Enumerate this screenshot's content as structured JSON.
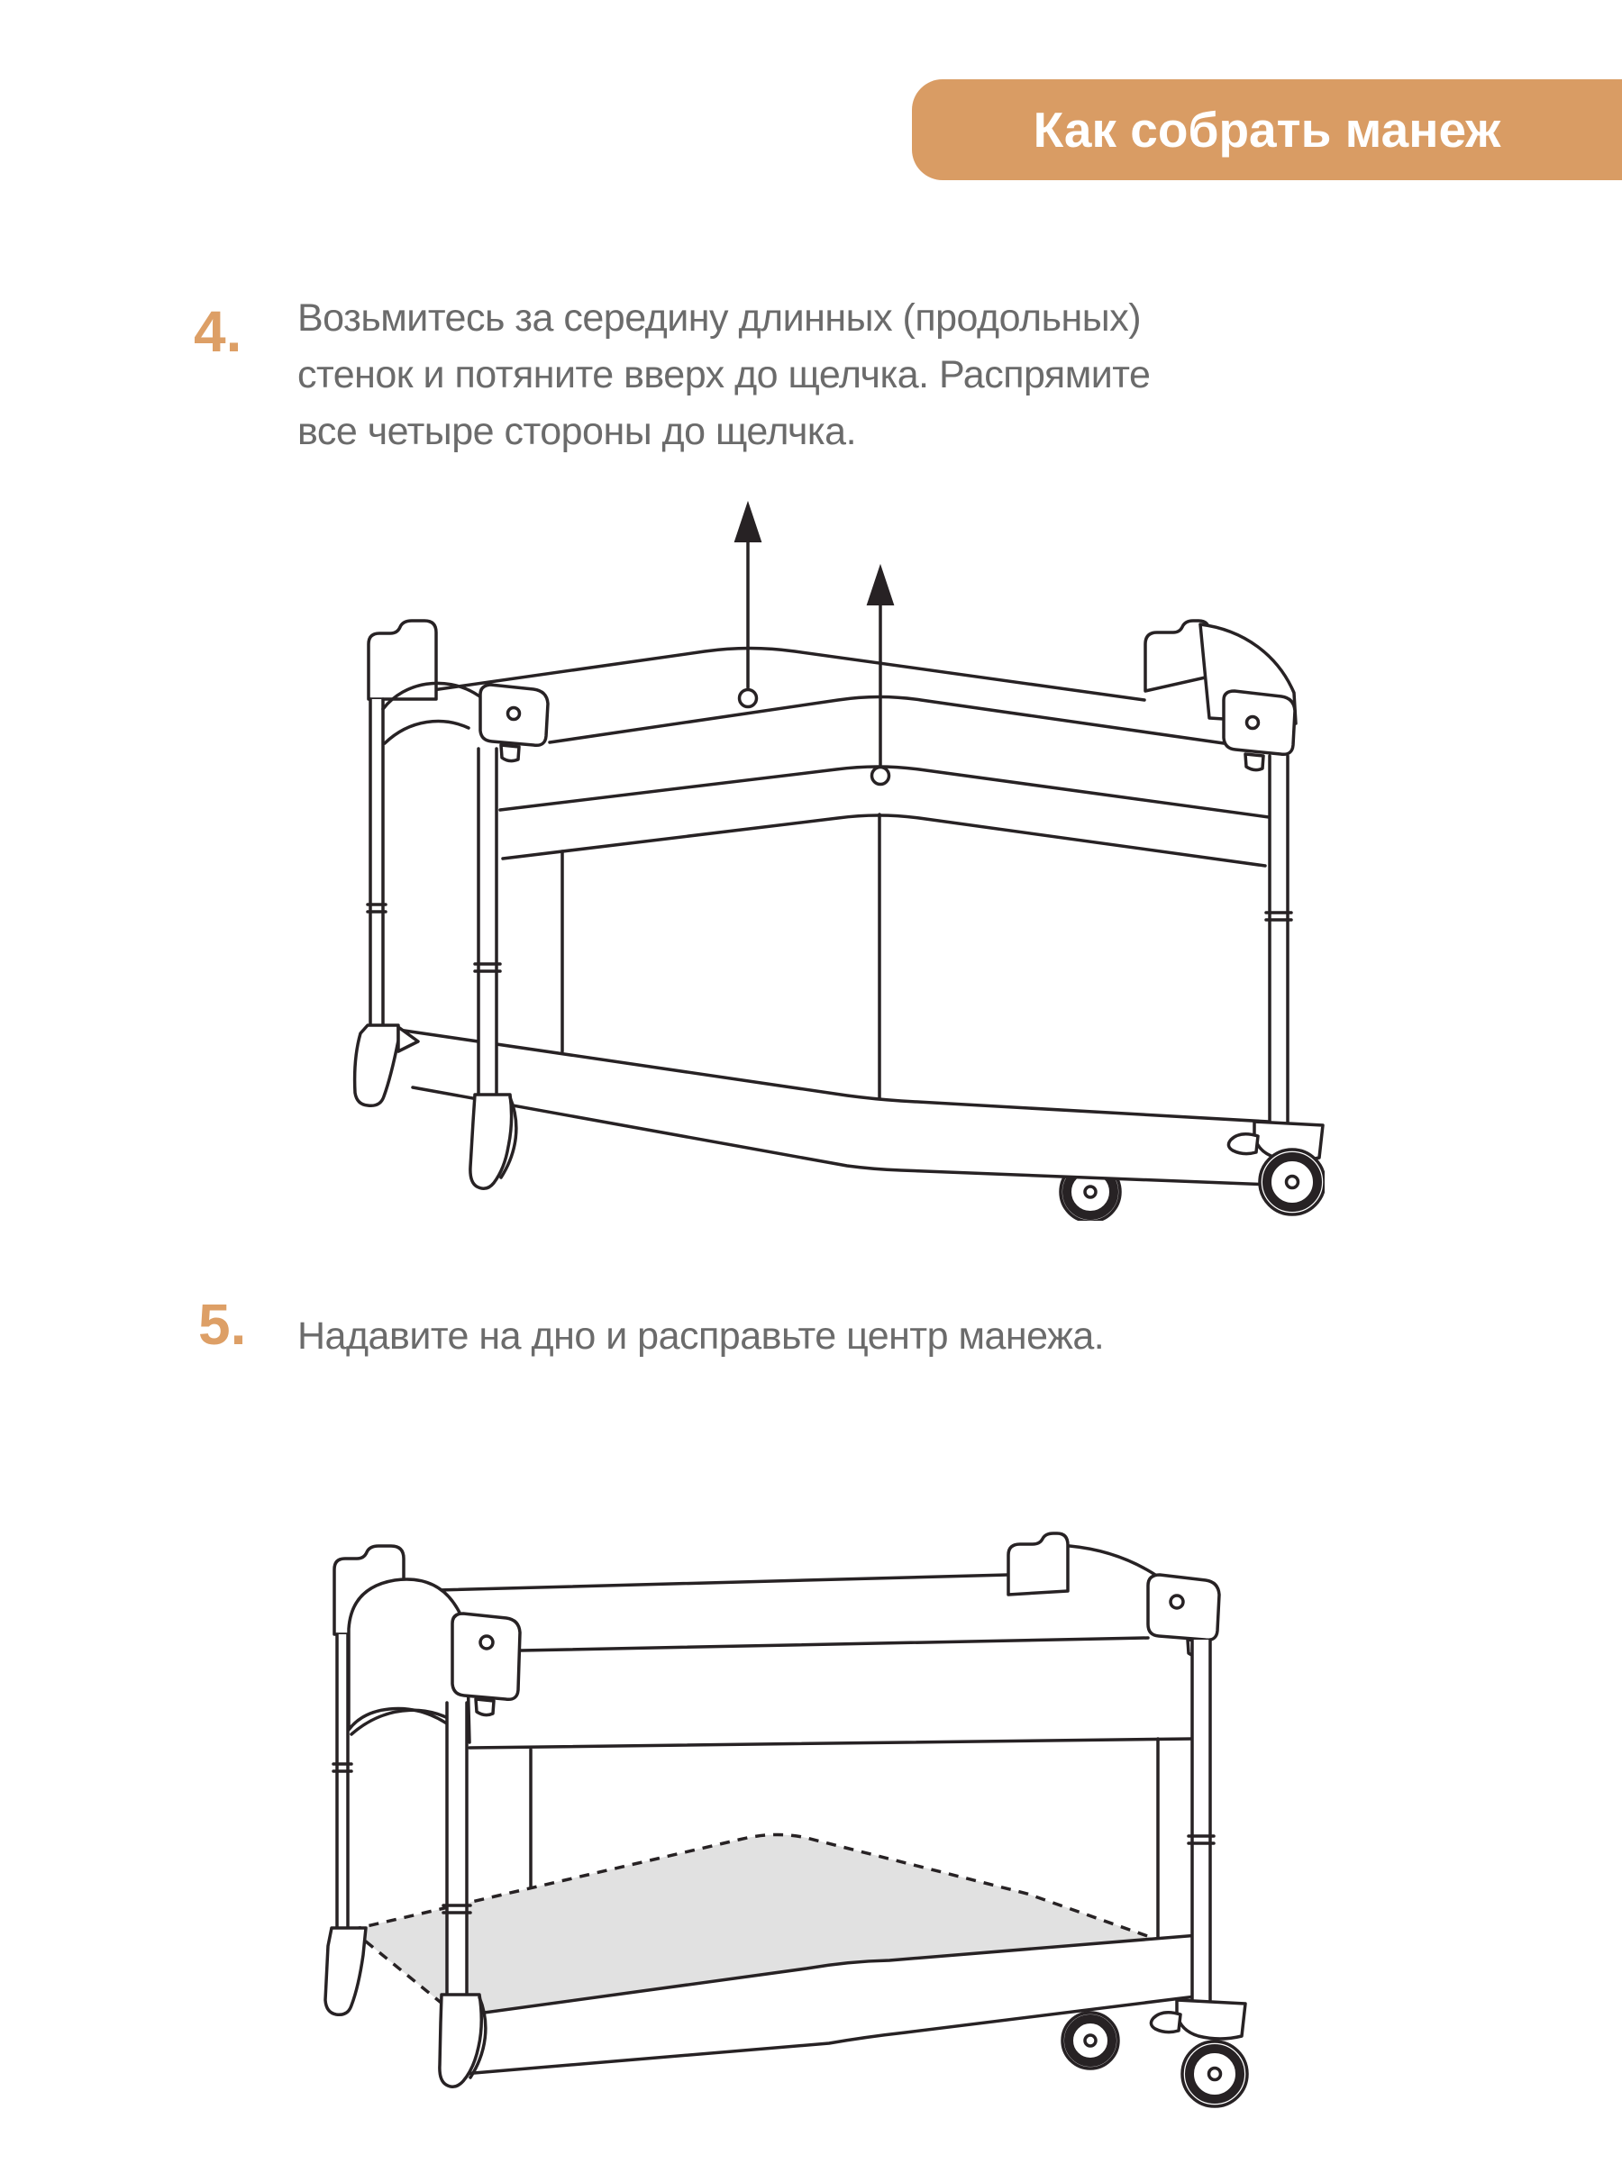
{
  "banner": {
    "label": "Как собрать манеж"
  },
  "steps": {
    "step4": {
      "number": "4.",
      "line1": "Возьмитесь за середину длинных (продольных)",
      "line2": "стенок и потяните вверх до щелчка. Распрямите",
      "line3": "все четыре стороны до щелчка."
    },
    "step5": {
      "number": "5.",
      "line1": "Надавите на дно и расправьте центр манежа."
    }
  },
  "icons": {
    "pull_up_arrow": "↑"
  },
  "colors": {
    "accent_orange": "#d99c64",
    "step_number_orange": "#dd9f66",
    "body_text_gray": "#6b6b6b",
    "line_art": "#272224",
    "mat_gray": "#e1e1e1",
    "background": "#ffffff"
  }
}
